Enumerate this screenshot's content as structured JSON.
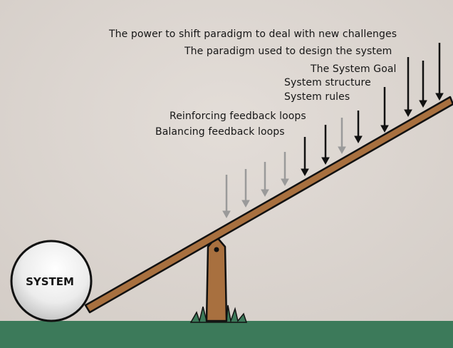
{
  "levers": [
    {
      "id": "paradigm-shift",
      "text": "The power to shift paradigm to deal with new challenges"
    },
    {
      "id": "paradigm",
      "text": "The paradigm used to design the system"
    },
    {
      "id": "goal",
      "text": "The System Goal"
    },
    {
      "id": "structure",
      "text": "System structure"
    },
    {
      "id": "rules",
      "text": "System rules"
    },
    {
      "id": "reinforcing",
      "text": "Reinforcing feedback loops"
    },
    {
      "id": "balancing",
      "text": "Balancing feedback loops"
    }
  ],
  "system_label": "SYSTEM",
  "colors": {
    "background": "#dcd6d1",
    "ground": "#3c7a5a",
    "lever": "#a8703f",
    "arrow_dark": "#111111",
    "arrow_gray": "#9a9a9a"
  }
}
